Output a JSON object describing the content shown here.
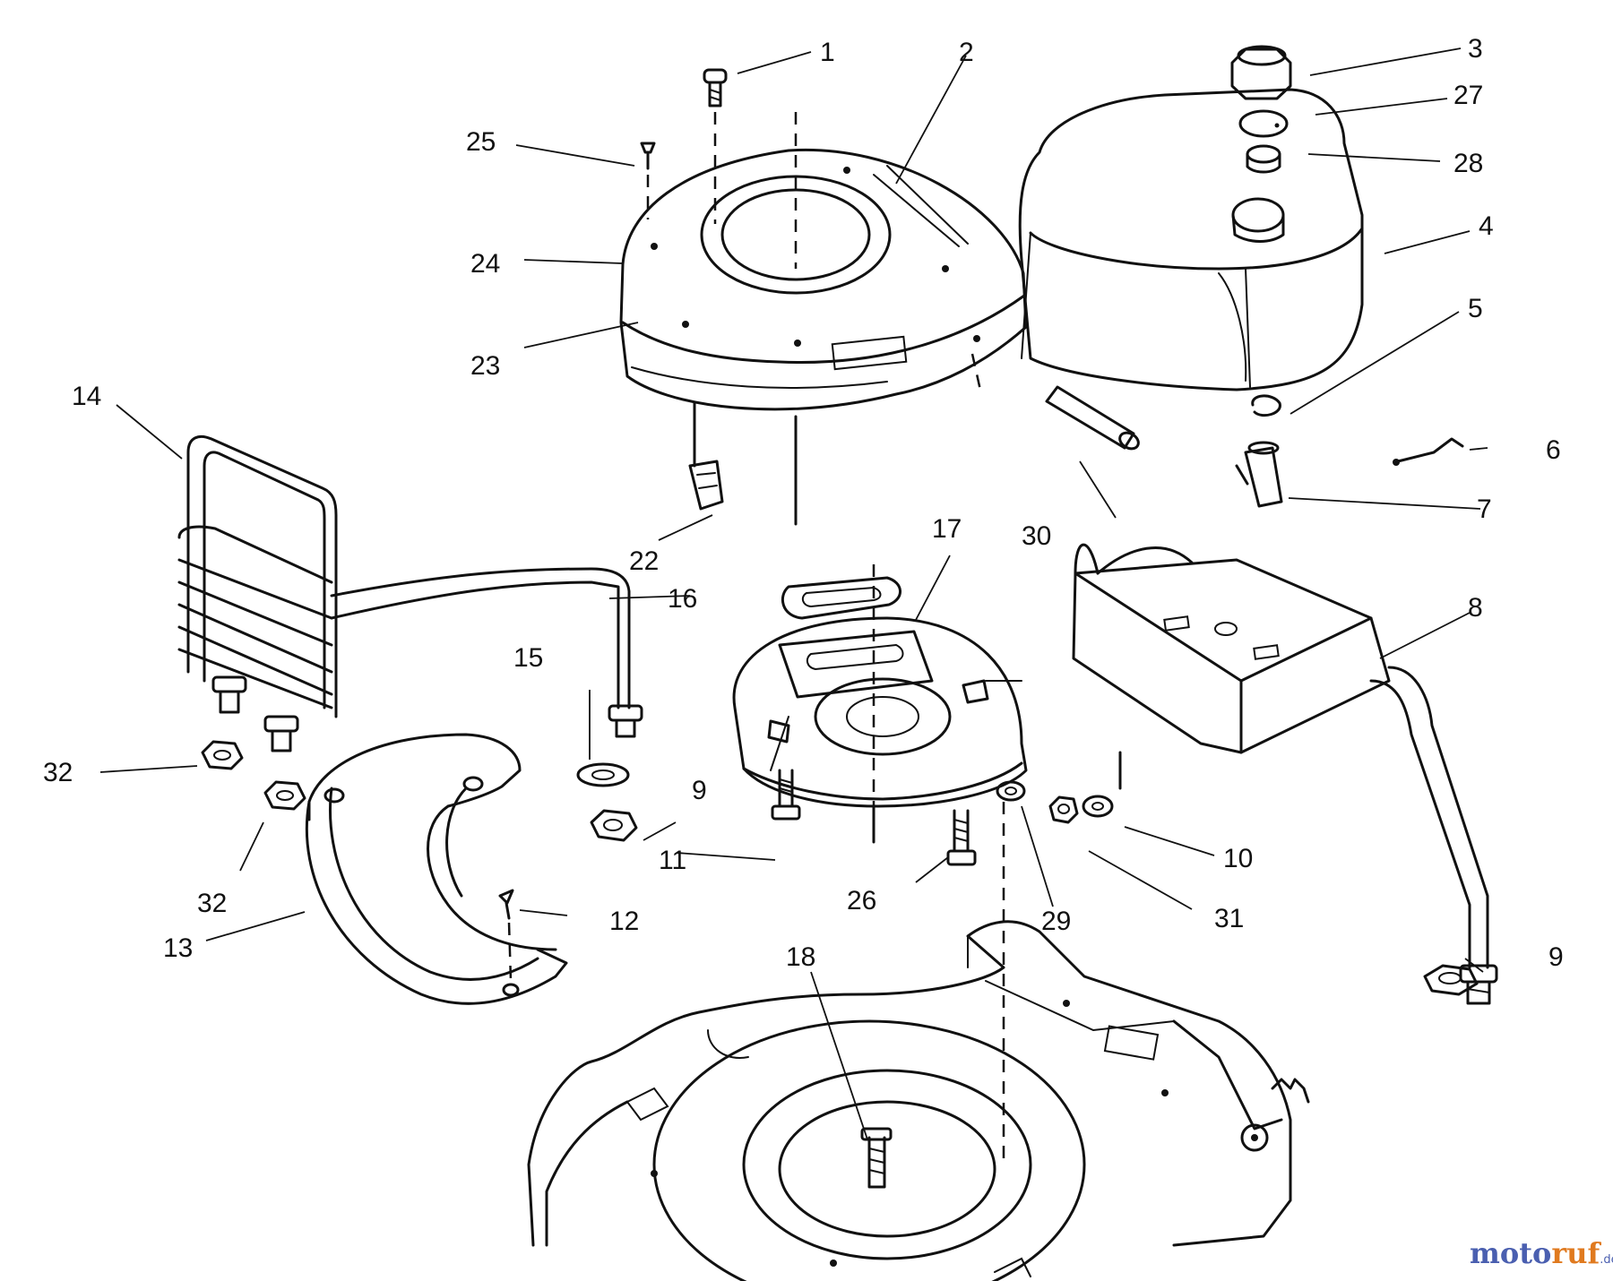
{
  "callouts": {
    "p1": "1",
    "p2": "2",
    "p3": "3",
    "p4": "4",
    "p5": "5",
    "p6": "6",
    "p7": "7",
    "p8": "8",
    "p9a": "9",
    "p9b": "9",
    "p10": "10",
    "p11": "11",
    "p12": "12",
    "p13": "13",
    "p14": "14",
    "p15": "15",
    "p16": "16",
    "p17": "17",
    "p18": "18",
    "p22": "22",
    "p23": "23",
    "p24": "24",
    "p25": "25",
    "p26": "26",
    "p27": "27",
    "p28": "28",
    "p29": "29",
    "p30": "30",
    "p31": "31",
    "p32a": "32",
    "p32b": "32"
  },
  "watermark": {
    "part1": "moto",
    "part2": "ruf",
    "suffix": ".de"
  }
}
